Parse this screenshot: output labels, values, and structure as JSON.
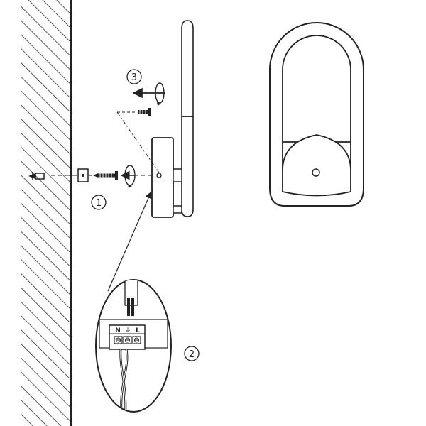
{
  "steps": {
    "step1": "1",
    "step2": "2",
    "step3": "3"
  },
  "terminal_labels": {
    "neutral": "N",
    "live": "L",
    "ground": "⏚"
  },
  "colors": {
    "line": "#222222",
    "hatch": "#333333",
    "background": "#ffffff"
  },
  "icons": [
    "wall-hatch-icon",
    "wall-anchor-icon",
    "screw-icon",
    "rotation-arrow-icon",
    "terminal-block-icon"
  ]
}
